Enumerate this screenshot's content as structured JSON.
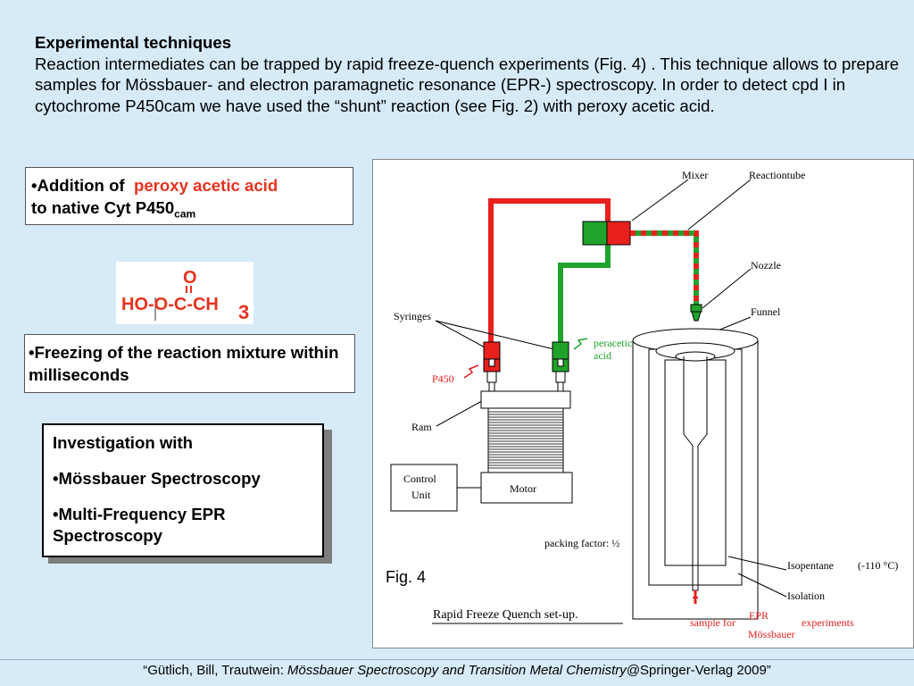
{
  "intro": {
    "heading": "Experimental techniques",
    "body": "Reaction intermediates can be trapped by rapid freeze-quench experiments (Fig. 4) . This technique allows to prepare samples for Mössbauer- and electron paramagnetic resonance (EPR-) spectroscopy. In order to detect cpd I in cytochrome P450cam we have used the “shunt” reaction (see Fig. 2) with peroxy acetic acid."
  },
  "box1": {
    "bullet": "•",
    "prefix": "Addition of",
    "highlight": "peroxy acetic acid",
    "suffix": "to native Cyt P450",
    "subscript": "cam"
  },
  "formula": {
    "top": "O",
    "main": "HO-O-C-CH",
    "sub": "3"
  },
  "box2": {
    "text": "•Freezing of the reaction mixture within milliseconds"
  },
  "investigation": {
    "title": "Investigation with",
    "items": [
      "•Mössbauer Spectroscopy",
      "•Multi-Frequency EPR Spectroscopy"
    ]
  },
  "figure": {
    "caption": "Fig. 4",
    "labels": {
      "mixer": "Mixer",
      "reactiontube": "Reactiontube",
      "nozzle": "Nozzle",
      "funnel": "Funnel",
      "syringes": "Syringes",
      "peracetic": "peracetic",
      "acid": "acid",
      "p450": "P450",
      "ram": "Ram",
      "control1": "Control",
      "control2": "Unit",
      "motor": "Motor",
      "packing": "packing factor: ½",
      "isopentane": "Isopentane",
      "temp": "(-110 °C)",
      "isolation": "Isolation",
      "sample_for": "sample for",
      "epr": "EPR",
      "mossbauer": "Mössbauer",
      "experiments": "experiments",
      "title": "Rapid Freeze Quench set-up."
    },
    "colors": {
      "red": "#e8201e",
      "green": "#1fa32a",
      "label_red": "#e8201e"
    }
  },
  "footer": {
    "prefix": "“Gütlich, Bill, Trautwein: ",
    "title": "Mössbauer Spectroscopy and Transition Metal Chemistry",
    "suffix": "@Springer-Verlag 2009”"
  }
}
